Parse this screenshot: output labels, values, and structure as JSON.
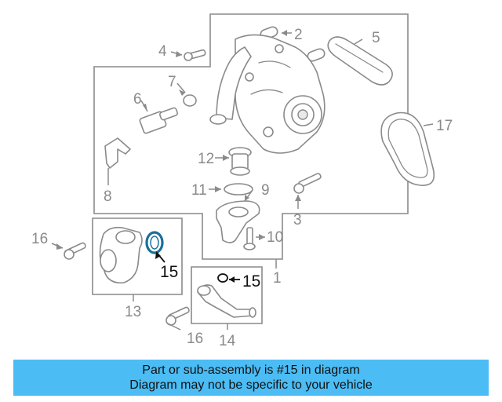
{
  "banner": {
    "line1": "Part or sub-assembly is #15 in diagram",
    "line2": "Diagram may not be specific to your vehicle"
  },
  "highlight": {
    "part_number": "15",
    "color": "#1a6f9a"
  },
  "callouts": {
    "c1": "1",
    "c2": "2",
    "c3": "3",
    "c4": "4",
    "c5": "5",
    "c6": "6",
    "c7": "7",
    "c8": "8",
    "c9": "9",
    "c10": "10",
    "c11": "11",
    "c12": "12",
    "c13": "13",
    "c14": "14",
    "c15a": "15",
    "c15b": "15",
    "c16a": "16",
    "c16b": "16",
    "c17": "17"
  },
  "colors": {
    "line": "#8a8a8a",
    "banner_bg": "#4bbcf4",
    "callout_active": "#111111"
  }
}
